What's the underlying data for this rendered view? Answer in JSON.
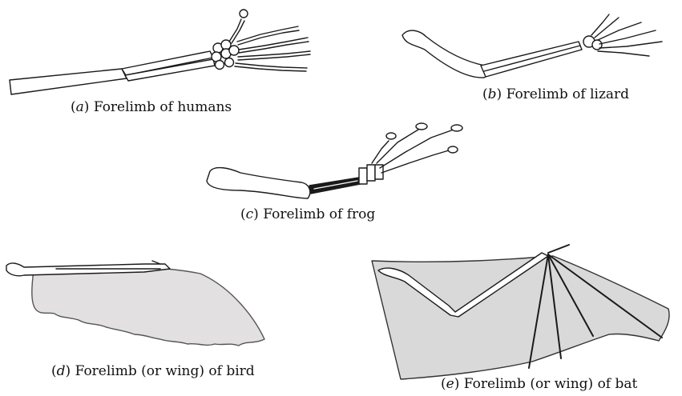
{
  "figures": [
    {
      "id": "a",
      "letter": "a",
      "caption": "Forelimb of humans"
    },
    {
      "id": "b",
      "letter": "b",
      "caption": "Forelimb of lizard"
    },
    {
      "id": "c",
      "letter": "c",
      "caption": "Forelimb of frog"
    },
    {
      "id": "d",
      "letter": "d",
      "caption": "Forelimb (or wing) of bird"
    },
    {
      "id": "e",
      "letter": "e",
      "caption": "Forelimb (or wing) of bat"
    }
  ],
  "colors": {
    "ink": "#1a1a1a",
    "membrane": "#d9d9d9",
    "feather": "#e2e0e0",
    "paper": "#ffffff"
  }
}
